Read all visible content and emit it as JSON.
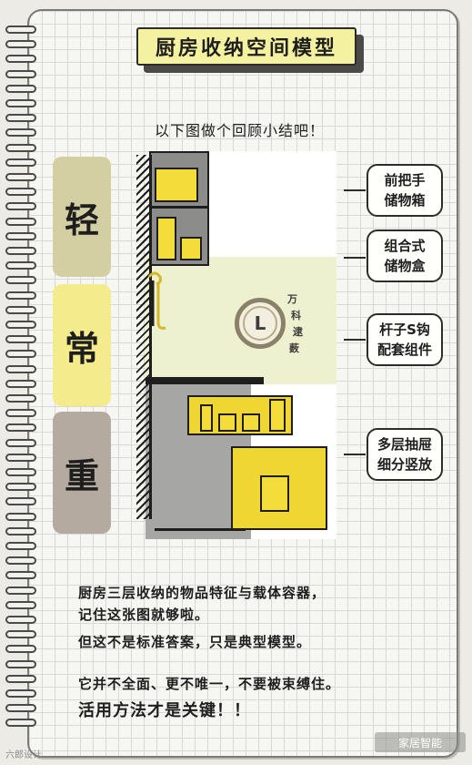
{
  "title": "厨房收纳空间模型",
  "subtitle": "以下图做个回顾小结吧！",
  "zones": [
    {
      "label": "轻",
      "color": "#d4cfa2"
    },
    {
      "label": "常",
      "color": "#f4ec8c"
    },
    {
      "label": "重",
      "color": "#b4aaa0"
    }
  ],
  "logo": {
    "letter": "L",
    "side_chars": [
      "万",
      "科",
      "逮",
      "薮"
    ]
  },
  "callouts": [
    {
      "line1": "前把手",
      "line2": "储物箱"
    },
    {
      "line1": "组合式",
      "line2": "储物盒"
    },
    {
      "line1": "杆子S钩",
      "line2": "配套组件"
    },
    {
      "line1": "多层抽屉",
      "line2": "细分竖放"
    }
  ],
  "notes": {
    "line1": "厨房三层收纳的物品特征与载体容器，",
    "line2": "记住这张图就够啦。",
    "line3": "但这不是标准答案，只是典型模型。",
    "line4": "它并不全面、更不唯一，不要被束缚住。",
    "line5": "活用方法才是关键！！"
  },
  "watermark_left": "六郎设计",
  "watermark_right": "家居智能",
  "colors": {
    "accent_yellow": "#f4dc3a",
    "title_bg": "#f4f1a0"
  }
}
